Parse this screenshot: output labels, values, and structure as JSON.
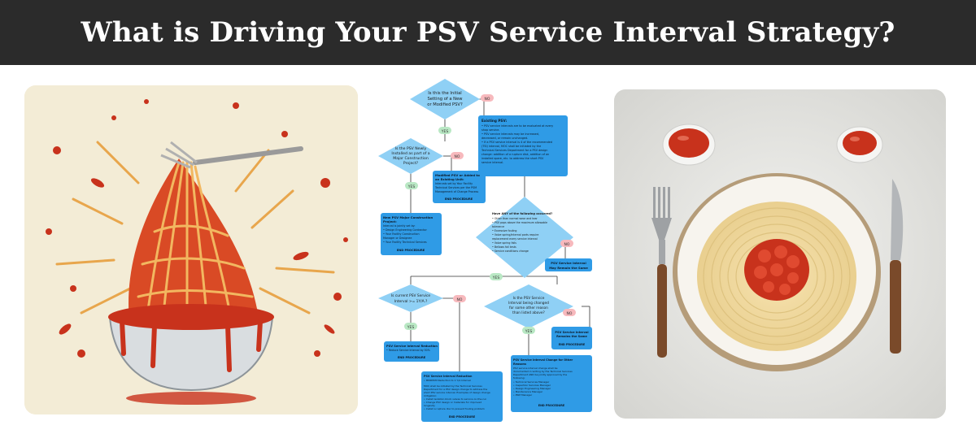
{
  "banner": {
    "title": "What is Driving Your PSV Service Interval Strategy?"
  },
  "flowchart": {
    "q1": [
      "Is this the Initial",
      "Setting of a New",
      "or Modified PSV?"
    ],
    "q2": [
      "Is the PSV Newly",
      "Installed as part of a",
      "Major Construction",
      "Project?"
    ],
    "q3": [
      "Have ANY of the following occurred?",
      "• Other than normal wear and tear",
      "• PSV pops above the maximum allowable",
      "  tolerance",
      "• Excessive fouling",
      "• Valve spring/internal parts require",
      "  replacement every service interval",
      "• Valve spring fails",
      "• Bellows fail tests",
      "• Service conditions change"
    ],
    "q4": [
      "Is current PSV Service",
      "Interval >= 1Y/A.?"
    ],
    "q5": [
      "Is the PSV Service",
      "Interval being changed",
      "for some other reason",
      "than listed above?"
    ],
    "yes": "YES",
    "no": "NO",
    "existing_box": [
      "Existing PSV:",
      "• PSV service intervals are to be evaluated at every",
      "  shop service.",
      "• PSV service intervals may be increased,",
      "  decreased, or remain unchanged.",
      "• If a PSV service interval is 4 of the recommended",
      "  (TSI) interval, MOC shall be initiated by the",
      "  Technical Services Department for a PSV design",
      "  change: addition of a rupture disk, addition of an",
      "  installed spare, etc. to address the short PSV",
      "  service interval."
    ],
    "modified_box": [
      "Modified PSV or Added to",
      "an Existing Unit:",
      "Intervals set by Your Facility",
      "Technical Services per the PSM",
      "Management of Change Process",
      "",
      "END PROCEDURE"
    ],
    "new_box": [
      "New PSV Major Construction",
      "Project:",
      "Interval is jointly set by:",
      "• Design Engineering Contractor",
      "• Your Facility Construction",
      "  Manager or Designee",
      "• Your Facility Technical Services",
      "",
      "END PROCEDURE"
    ],
    "remain_box1": [
      "PSV Service Interval",
      "May Remain the Same"
    ],
    "reduction_box": [
      "PSV Service Interval Reduction",
      "• Reduce Service Interval by 50%",
      "",
      "END PROCEDURE"
    ],
    "reduction2_box": [
      "PSV Service Interval Reduction",
      "• MINIMUM Reduction to 1 Y/A Interval",
      "",
      "MOC shall be initiated by the Technical Services",
      "Department for a PSV design change to address the",
      "short PSV service interval. Examples of design change",
      "mitigation:",
      "• Install isolation block valves to service on-the-run",
      "• Change PSV design or materials for improved",
      "  longevity",
      "• Install a rupture disc to prevent fouling problem",
      "",
      "END PROCEDURE"
    ],
    "remain_box2": [
      "PSV Service Interval",
      "Remains the Same",
      "",
      "END PROCEDURE"
    ],
    "change_box": [
      "PSV Service Interval Change for Other",
      "Reasons",
      "PSV service interval change shall be",
      "documented in writing by the Technical Services",
      "Department AND be jointly approved by the",
      "following:",
      "• Technical Services Manager",
      "• Inspection Services Manager",
      "• Design Engineering Manager",
      "• Maintenance Manager",
      "• PSM Manager",
      "",
      "END PROCEDURE"
    ]
  },
  "colors": {
    "banner_bg": "#2b2b2b",
    "diamond": "#8fd0f5",
    "box": "#2f9be6",
    "yes_pill": "#b9e8c4",
    "no_pill": "#f7b9bd",
    "sauce": "#c8321c",
    "noodle": "#e8a64c"
  }
}
